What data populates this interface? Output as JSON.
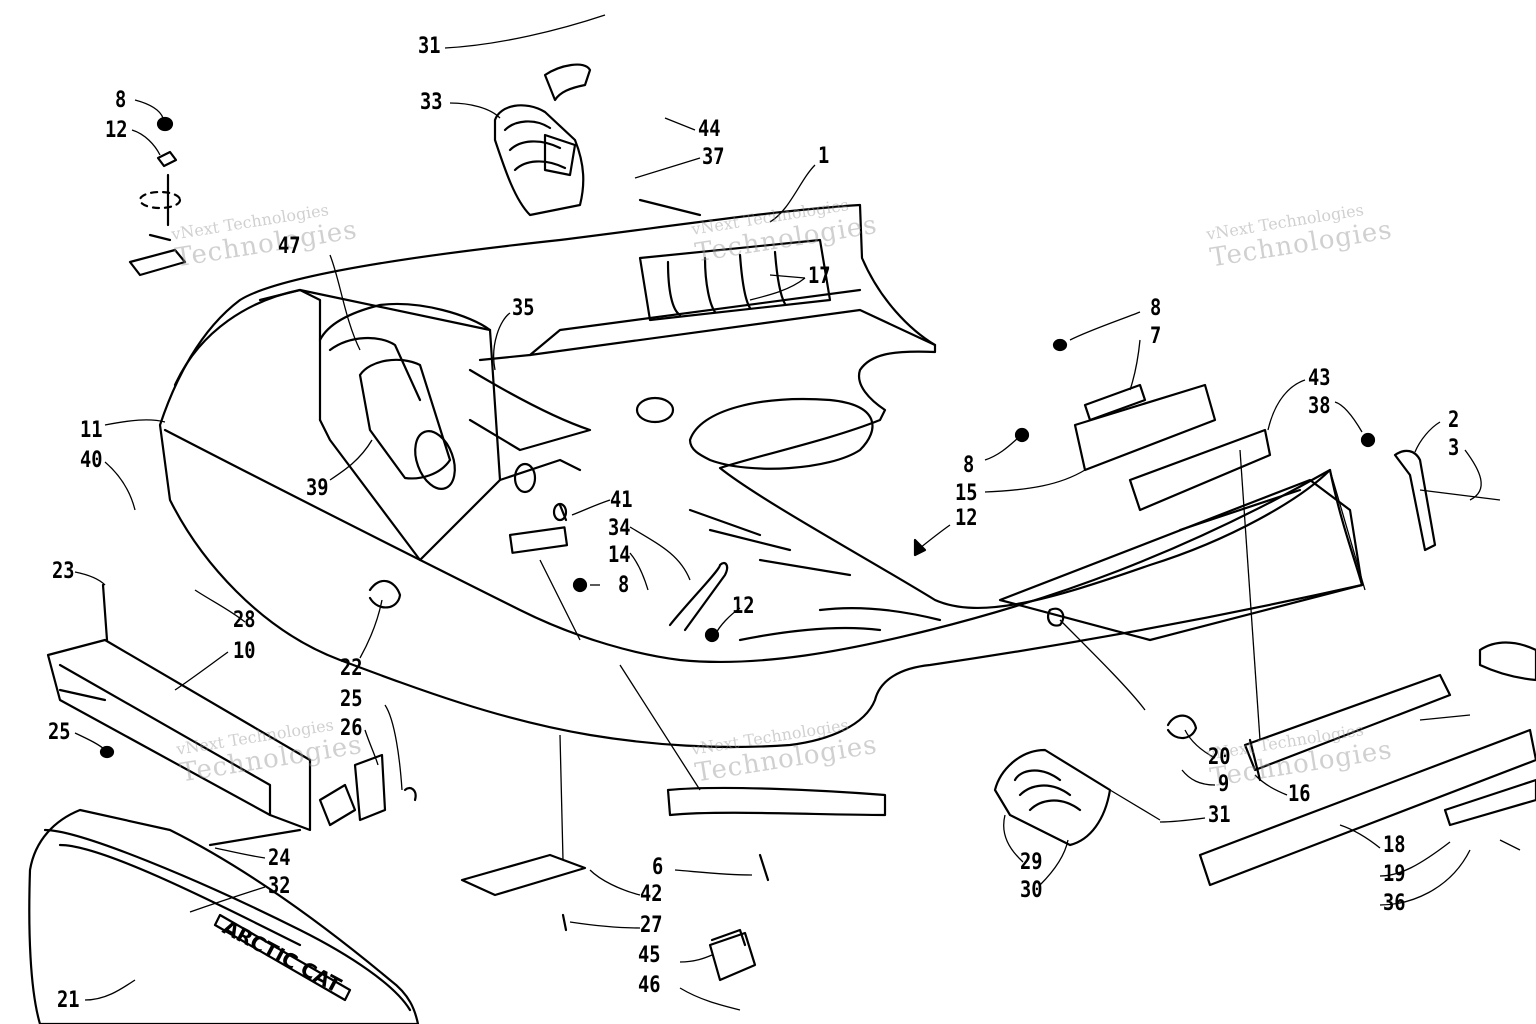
{
  "diagram": {
    "watermark_line1": "vNext Technologies",
    "watermark_line2": "Technologies",
    "decal_text": "ARCTIC CAT",
    "callouts": [
      "31",
      "33",
      "8",
      "12",
      "44",
      "37",
      "1",
      "17",
      "47",
      "35",
      "8",
      "7",
      "43",
      "38",
      "2",
      "3",
      "11",
      "40",
      "39",
      "8",
      "15",
      "12",
      "41",
      "34",
      "14",
      "8",
      "23",
      "28",
      "22",
      "10",
      "12",
      "25",
      "25",
      "26",
      "24",
      "32",
      "21",
      "6",
      "42",
      "27",
      "45",
      "46",
      "29",
      "30",
      "31",
      "20",
      "9",
      "16",
      "18",
      "19",
      "36"
    ]
  }
}
